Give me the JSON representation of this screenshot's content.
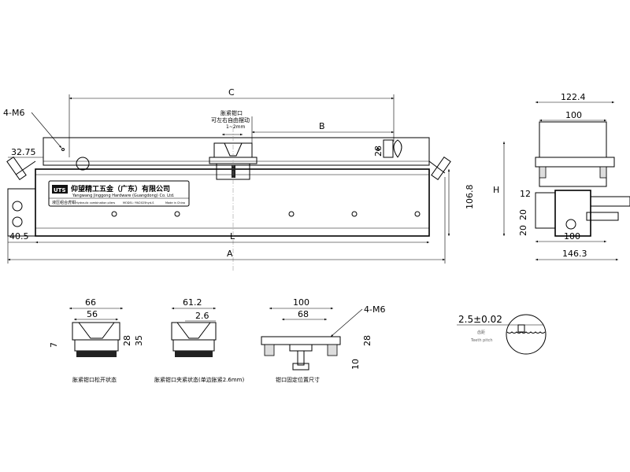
{
  "front_view": {
    "thread_callout": "4-M6",
    "dim_c": "C",
    "dim_b": "B",
    "dim_l": "L",
    "dim_a": "A",
    "dim_32_75": "32.75",
    "dim_40_5": "40.5",
    "dim_28": "28",
    "dim_106_8": "106.8",
    "note_line1": "胀紧钳口",
    "note_line2": "可左右自由摆动",
    "note_line3": "1~2mm",
    "plate": {
      "logo": "UTS",
      "company_cn": "仰望精工五金（广东）有限公司",
      "company_en": "Yangwang Jinggong Hardware (Guangdong) Co. Ltd.",
      "product_cn": "液压组合虎钳",
      "product_en": "Hydraulic combination pliers",
      "model": "MODEL: YW2025hyd-S",
      "origin": "Made in China"
    }
  },
  "side_view": {
    "dim_122_4": "122.4",
    "dim_100_top": "100",
    "dim_h": "H",
    "dim_12": "12",
    "dim_20a": "20",
    "dim_20b": "20",
    "dim_100_bottom": "100",
    "dim_146_3": "146.3"
  },
  "detail_open": {
    "dim_66": "66",
    "dim_56": "56",
    "dim_7": "7",
    "dim_28": "28",
    "dim_35": "35",
    "caption": "胀紧钳口松开状态"
  },
  "detail_clamped": {
    "dim_61_2": "61.2",
    "dim_2_6": "2.6",
    "caption": "胀紧钳口夹紧状态(单边胀紧2.6mm)"
  },
  "detail_position": {
    "dim_100": "100",
    "dim_68": "68",
    "thread_callout": "4-M6",
    "dim_28": "28",
    "dim_10": "10",
    "caption": "钳口固定位置尺寸"
  },
  "teeth_detail": {
    "tolerance": "2.5±0.02",
    "label_cn": "齿距",
    "label_en": "Teeth pitch"
  }
}
